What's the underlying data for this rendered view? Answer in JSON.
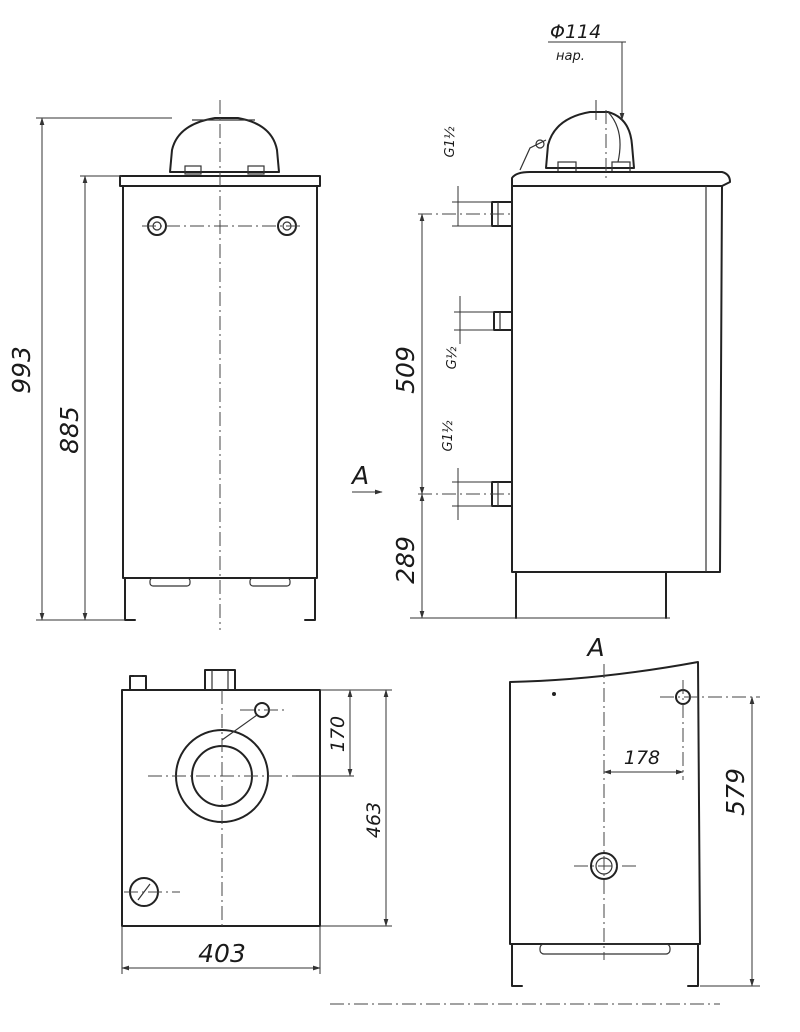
{
  "drawing": {
    "front_view": {
      "height_total": "993",
      "height_body": "885"
    },
    "side_view": {
      "flue_diameter": "Φ114",
      "flue_note": "нар.",
      "top_connection": "G1½",
      "middle_connection": "G½",
      "bottom_connection": "G1½",
      "dim_connections": "509",
      "dim_bottom": "289",
      "view_marker": "A"
    },
    "top_view": {
      "dim_depth": "463",
      "dim_flue_offset": "170",
      "dim_width": "403"
    },
    "view_a": {
      "title": "A",
      "dim_offset": "178",
      "dim_height": "579"
    }
  }
}
